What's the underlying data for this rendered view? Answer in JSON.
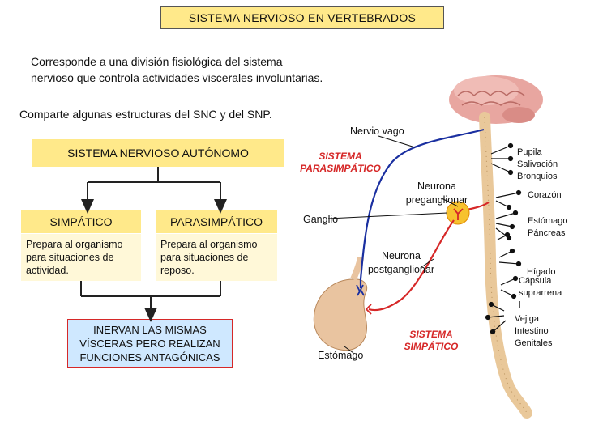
{
  "title": "SISTEMA NERVIOSO EN VERTEBRADOS",
  "intro_line1": "Corresponde a una división fisiológica del sistema",
  "intro_line2": "nervioso que controla actividades viscerales involuntarias.",
  "shared": "Comparte algunas estructuras del SNC y del SNP.",
  "autonomic": "SISTEMA NERVIOSO AUTÓNOMO",
  "sympathetic": {
    "label": "SIMPÁTICO",
    "desc_line1": "Prepara al organismo",
    "desc_line2": "para situaciones de",
    "desc_line3": "actividad."
  },
  "parasympathetic": {
    "label": "PARASIMPÁTICO",
    "desc_line1": "Prepara al organismo",
    "desc_line2": "para situaciones de",
    "desc_line3": "reposo."
  },
  "result_line1": "INERVAN LAS MISMAS",
  "result_line2": "VÍSCERAS PERO REALIZAN",
  "result_line3": "FUNCIONES ANTAGÓNICAS",
  "anatomy": {
    "nervio_vago": "Nervio vago",
    "sist_para_line1": "SISTEMA",
    "sist_para_line2": "PARASIMPÁTICO",
    "neurona_pre_line1": "Neurona",
    "neurona_pre_line2": "preganglionar",
    "ganglio": "Ganglio",
    "neurona_post_line1": "Neurona",
    "neurona_post_line2": "postganglionar",
    "estomago": "Estómago",
    "sist_simp_line1": "SISTEMA",
    "sist_simp_line2": "SIMPÁTICO",
    "organs": {
      "pupila": "Pupila",
      "salivacion": "Salivación",
      "bronquios": "Bronquios",
      "corazon": "Corazón",
      "estomago2": "Estómago",
      "pancreas": "Páncreas",
      "higado": "Hígado",
      "capsula_line1": "Cápsula",
      "capsula_line2": "suprarrena",
      "capsula_line3": "l",
      "vejiga": "Vejiga",
      "intestino": "Intestino",
      "genitales": "Genitales"
    }
  },
  "colors": {
    "yellow": "#ffe98a",
    "pale_yellow": "#fff8d8",
    "blue_box": "#cfe8ff",
    "red": "#d62828",
    "blue_nerve": "#1a2fa0",
    "spine": "#e9c89a",
    "brain": "#e8a6a0"
  }
}
